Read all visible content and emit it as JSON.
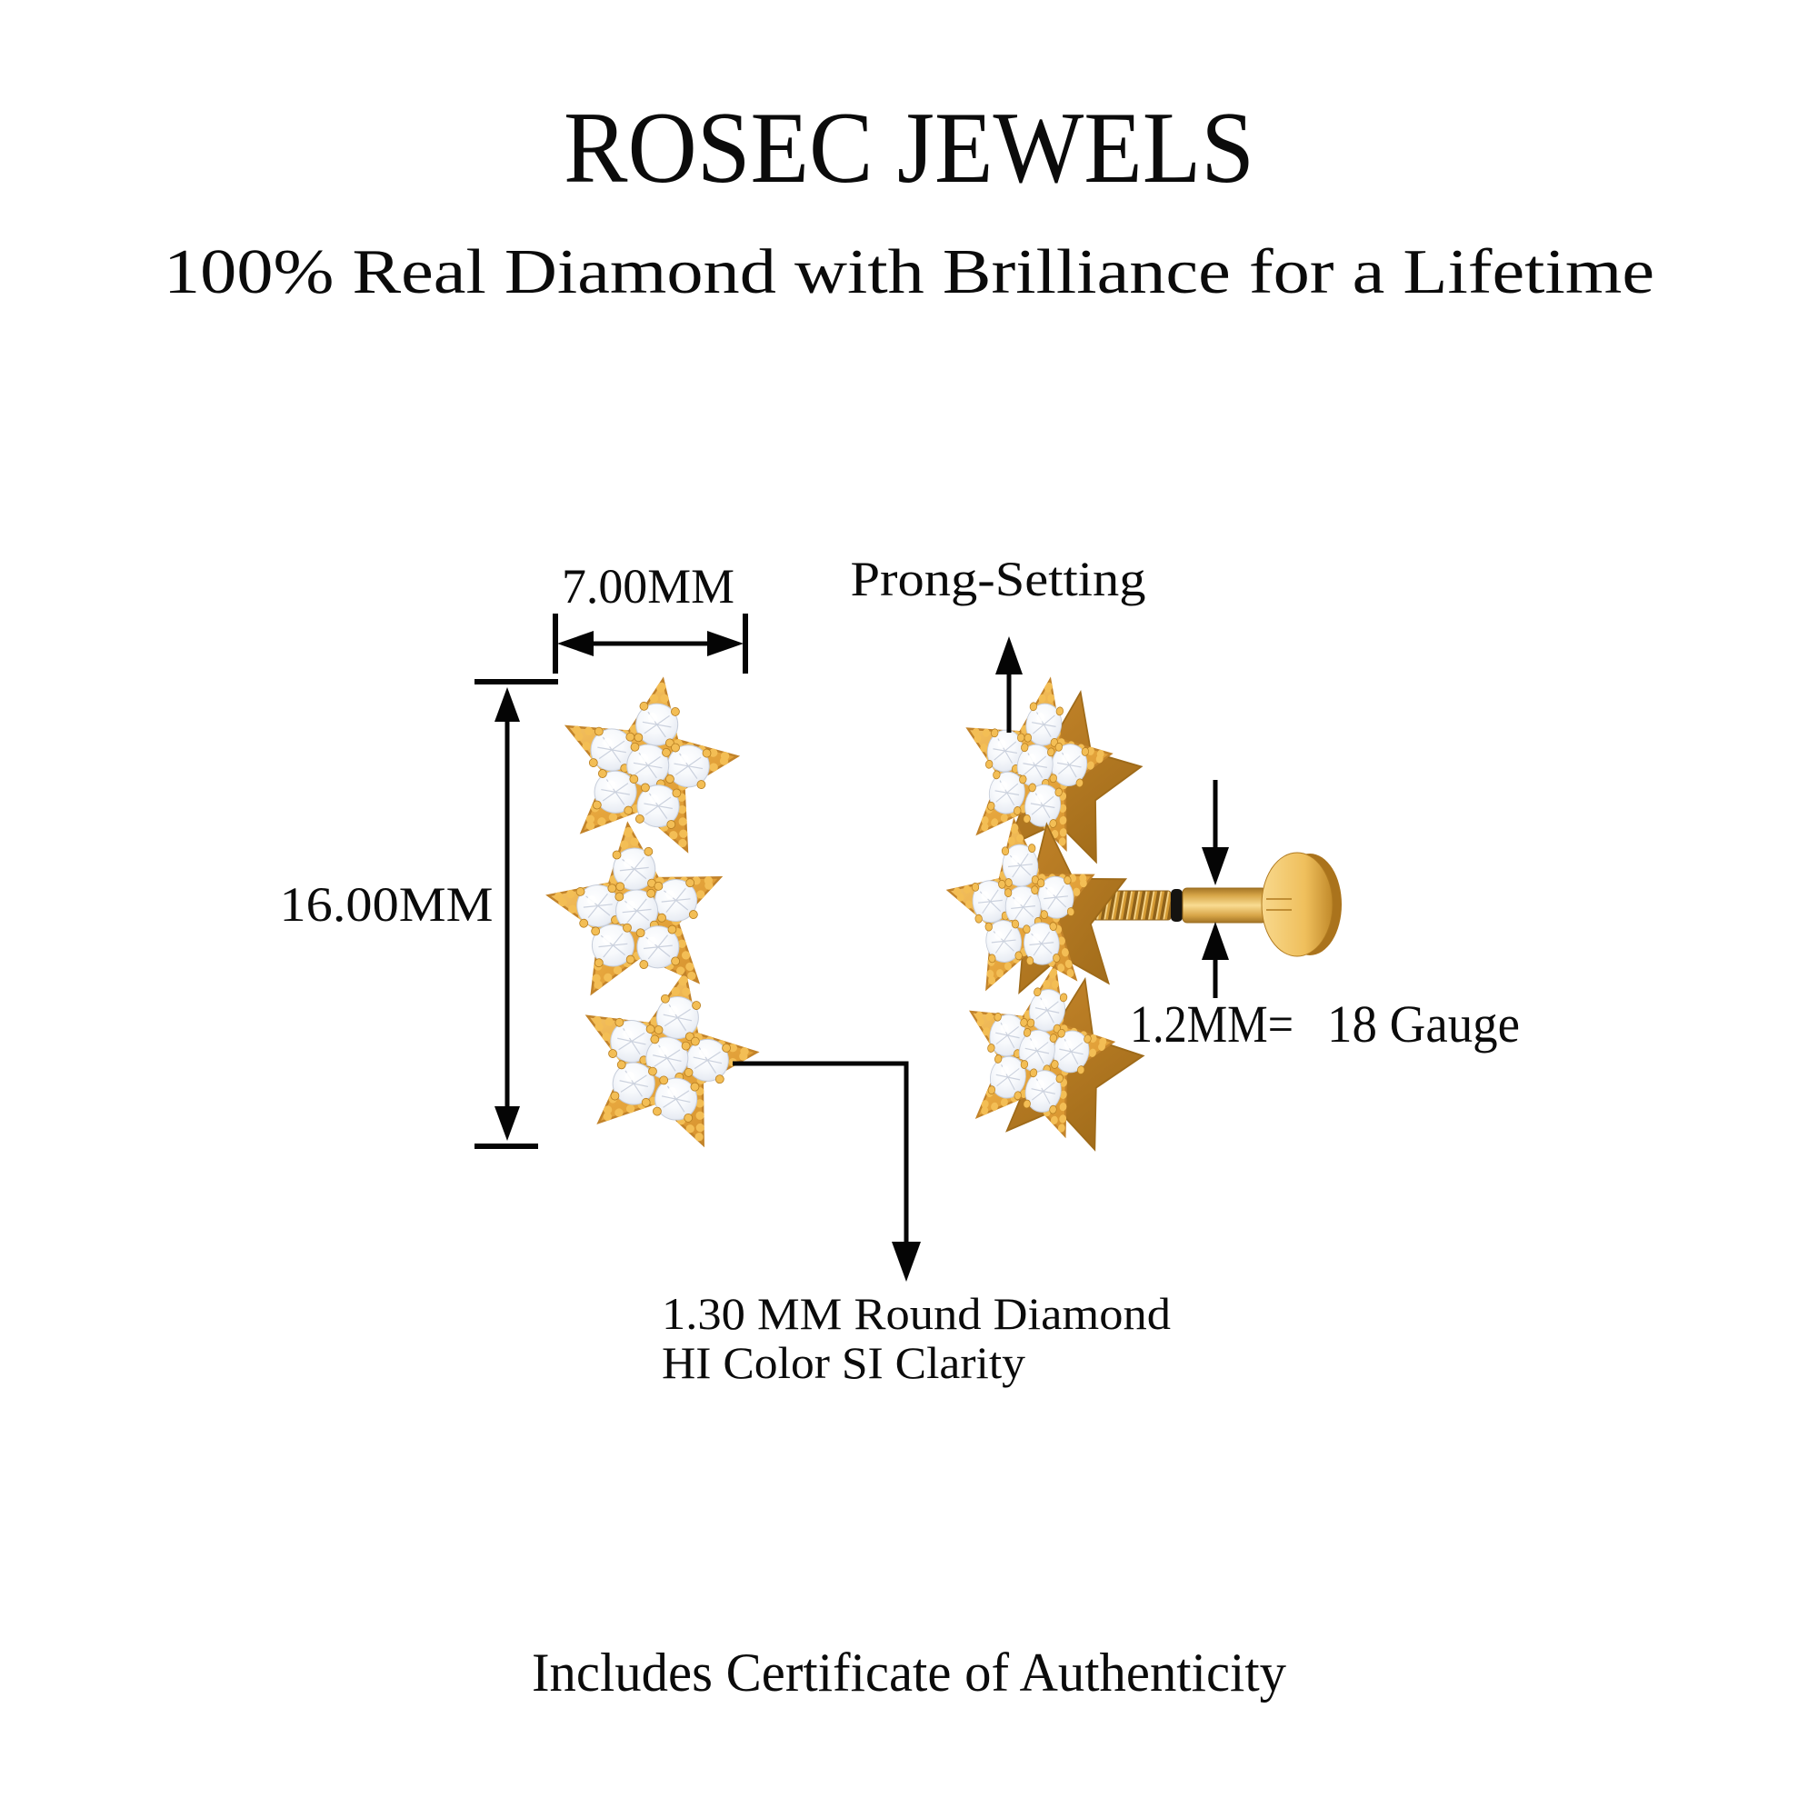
{
  "header": {
    "brand_title": "ROSEC JEWELS",
    "tagline": "100% Real Diamond with Brilliance for a Lifetime"
  },
  "annotations": {
    "width_dimension": "7.00MM",
    "height_dimension": "16.00MM",
    "prong_setting": "Prong-Setting",
    "gauge_value": "1.2MM=",
    "gauge_name": "18 Gauge",
    "diamond_spec_line1": "1.30 MM Round Diamond",
    "diamond_spec_line2": "HI Color SI Clarity"
  },
  "footer": {
    "certificate_note": "Includes Certificate of Authenticity"
  },
  "colors": {
    "background": "#FFFFFF",
    "ink": "#0B0B0B",
    "gold": "#EBAC42",
    "gold_light": "#F6CE79",
    "gold_dark": "#C2832A",
    "gold_deep": "#9E6A19",
    "diamond_white": "#F7F9FC",
    "diamond_shadow": "#CDD5E2",
    "o_ring_black": "#151310"
  }
}
